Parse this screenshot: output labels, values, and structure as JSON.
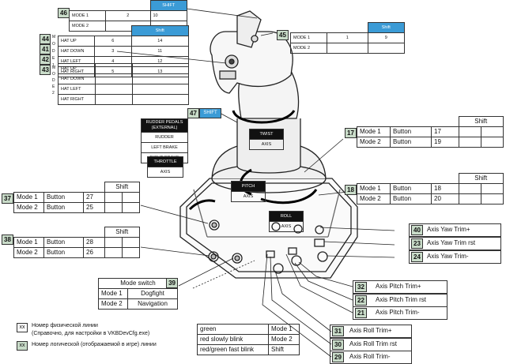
{
  "t46": {
    "num": "46",
    "shift": "SHIFT",
    "r1": [
      "MODE 1",
      "2",
      "10"
    ],
    "r2": [
      "MODE 2",
      "",
      ""
    ]
  },
  "t45": {
    "num": "45",
    "shift": "Shift",
    "r1": [
      "MODE 1",
      "1",
      "9"
    ],
    "r2": [
      "MODE 2",
      "",
      ""
    ]
  },
  "hat1": {
    "shift": "Shift",
    "mode": "M O D E 1",
    "rows": [
      [
        "44",
        "HAT UP",
        "6",
        "14"
      ],
      [
        "41",
        "HAT DOWN",
        "3",
        "11"
      ],
      [
        "42",
        "HAT LEFT",
        "4",
        "12"
      ],
      [
        "43",
        "HAT RIGHT",
        "5",
        "13"
      ]
    ]
  },
  "hat2": {
    "mode": "M O D E 2",
    "rows": [
      "HAT UP",
      "HAT DOWN",
      "HAT LEFT",
      "HAT RIGHT"
    ]
  },
  "s47": {
    "num": "47",
    "label": "SHIFT"
  },
  "rudder": {
    "title": "RUDDER PEDALS (EXTERNAL)",
    "items": [
      "RUDDER",
      "LEFT BRAKE",
      "RIGHT BRAKE"
    ]
  },
  "throttle": {
    "title": "THROTTLE",
    "item": "AXIS"
  },
  "twist": {
    "title": "TWIST",
    "item": "AXIS"
  },
  "pitch": {
    "title": "PITCH",
    "item": "AXIS"
  },
  "roll": {
    "title": "ROLL",
    "item": "AXIS"
  },
  "b17": {
    "num": "17",
    "shift": "Shift",
    "r1": [
      "Mode 1",
      "Button",
      "17"
    ],
    "r2": [
      "Mode 2",
      "Button",
      "19"
    ]
  },
  "b18": {
    "num": "18",
    "shift": "Shift",
    "r1": [
      "Mode 1",
      "Button",
      "18"
    ],
    "r2": [
      "Mode 2",
      "Button",
      "20"
    ]
  },
  "b37": {
    "num": "37",
    "shift": "Shift",
    "r1": [
      "Mode 1",
      "Button",
      "27"
    ],
    "r2": [
      "Mode 2",
      "Button",
      "25"
    ]
  },
  "b38": {
    "num": "38",
    "shift": "Shift",
    "r1": [
      "Mode 1",
      "Button",
      "28"
    ],
    "r2": [
      "Mode 2",
      "Button",
      "26"
    ]
  },
  "axes": [
    {
      "num": "40",
      "label": "Axis Yaw Trim+"
    },
    {
      "num": "23",
      "label": "Axis Yaw Trim rst"
    },
    {
      "num": "24",
      "label": "Axis Yaw  Trim-"
    },
    {
      "num": "32",
      "label": "Axis Pitch Trim+"
    },
    {
      "num": "22",
      "label": "Axis Pitch Trim rst"
    },
    {
      "num": "21",
      "label": "Axis Pitch Trim-"
    },
    {
      "num": "31",
      "label": "Axis Roll Trim+"
    },
    {
      "num": "30",
      "label": "Axis Roll Trim rst"
    },
    {
      "num": "29",
      "label": "Axis Roll Trim-"
    }
  ],
  "modeswitch": {
    "title": "Mode switch",
    "num": "39",
    "r1": [
      "Mode 1",
      "Dogfight"
    ],
    "r2": [
      "Mode 2",
      "Navigation"
    ]
  },
  "led": [
    [
      "green",
      "Mode 1"
    ],
    [
      "red slowly blink",
      "Mode 2"
    ],
    [
      "red/green fast blink",
      "Shift"
    ]
  ],
  "legend": {
    "xx1": "xx",
    "text1a": "Номер физической линии",
    "text1b": "(Справочно, для настройки в VKBDevCfg.exe)",
    "xx2": "xx",
    "text2": "Номер логической (отображаемой в игре) линии"
  }
}
